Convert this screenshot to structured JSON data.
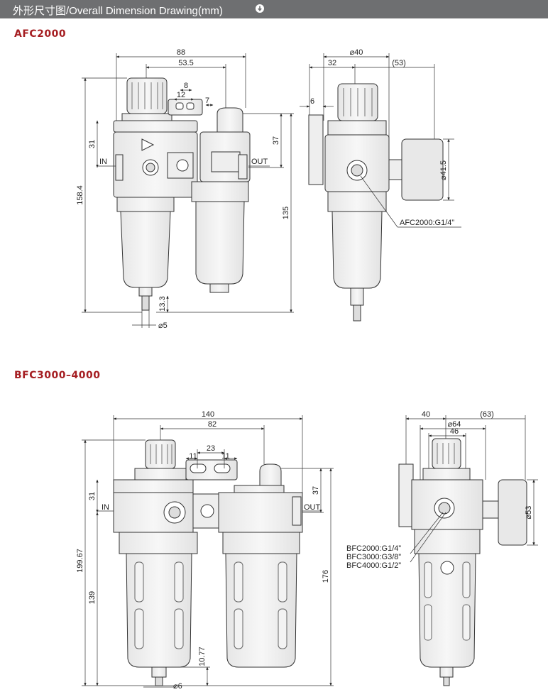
{
  "header": {
    "title": "外形尺寸图/Overall Dimension Drawing(mm)",
    "icon": "circle-arrow-icon",
    "bar_color": "#6e6f71"
  },
  "sections": {
    "afc": {
      "title": "AFC2000",
      "color": "#a51e22",
      "front": {
        "width_total": "88",
        "width_inner": "53.5",
        "dim_8": "8",
        "dim_12": "12",
        "dim_7": "7",
        "dim_31": "31",
        "dim_37": "37",
        "height_total": "158.4",
        "height_135": "135",
        "dim_13_3": "13.3",
        "drain_dia": "⌀5",
        "port_in": "IN",
        "port_out": "OUT"
      },
      "side": {
        "dia_40": "⌀40",
        "dim_32": "32",
        "dim_53": "(53)",
        "dim_6": "6",
        "gauge_dia": "⌀41.5",
        "callout": "AFC2000:G1/4”"
      }
    },
    "bfc": {
      "title": "BFC3000–4000",
      "color": "#a51e22",
      "front": {
        "width_total": "140",
        "width_inner": "82",
        "dim_11a": "11",
        "dim_23": "23",
        "dim_11b": "11",
        "dim_31": "31",
        "dim_37": "37",
        "height_total": "199.67",
        "height_139": "139",
        "height_176": "176",
        "dim_10_77": "10.77",
        "drain_dia": "⌀6",
        "port_in": "IN",
        "port_out": "OUT"
      },
      "side": {
        "dim_40": "40",
        "dim_63": "(63)",
        "dia_64": "⌀64",
        "dim_46": "46",
        "gauge_dia": "⌀53",
        "callouts": [
          "BFC2000:G1/4”",
          "BFC3000:G3/8”",
          "BFC4000:G1/2”"
        ]
      }
    }
  }
}
